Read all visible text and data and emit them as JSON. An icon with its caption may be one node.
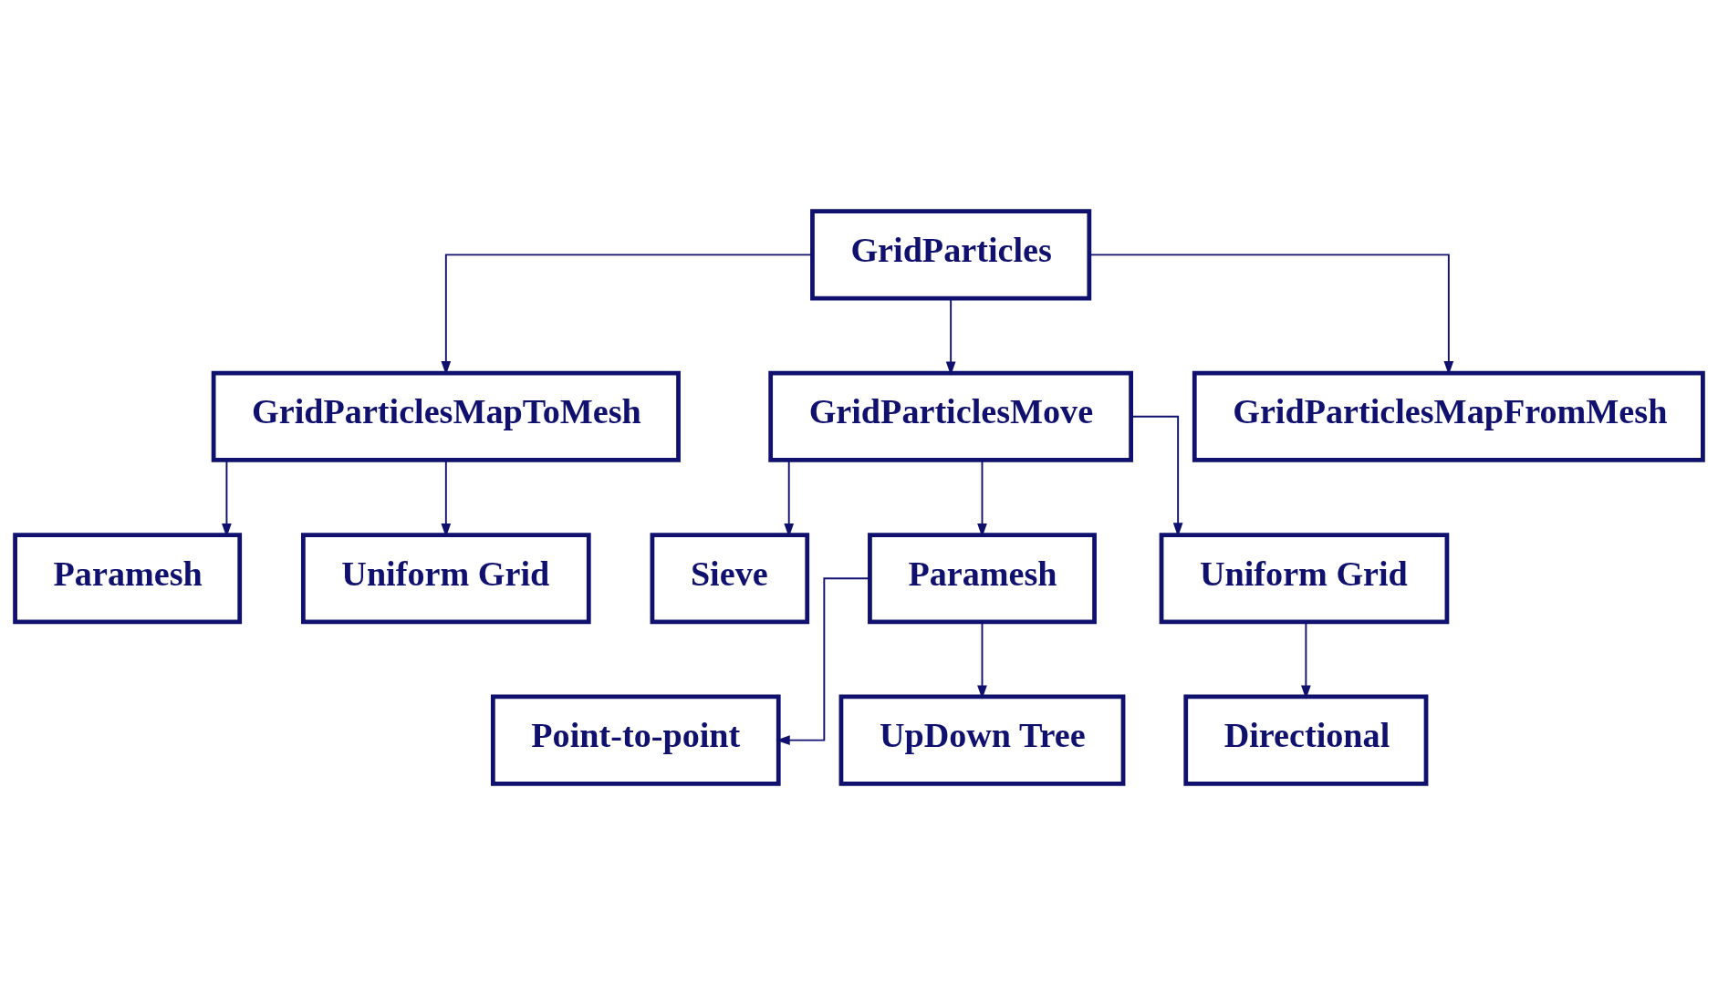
{
  "diagram": {
    "nodes": [
      {
        "text": [
          "GridParticles"
        ]
      },
      {
        "text": [
          "GridParticlesMapToMesh"
        ]
      },
      {
        "text": [
          "GridParticlesMove"
        ]
      },
      {
        "text": [
          "GridParticlesMapFromMesh"
        ]
      },
      {
        "text": [
          "Paramesh"
        ]
      },
      {
        "text": [
          "Uniform Grid"
        ]
      },
      {
        "text": [
          "Sieve"
        ]
      },
      {
        "text": [
          "Paramesh"
        ]
      },
      {
        "text": [
          "Point-to-point"
        ]
      },
      {
        "text": [
          "UpDown Tree"
        ]
      },
      {
        "text": [
          "Uniform Grid"
        ]
      },
      {
        "text": [
          "Directional"
        ]
      }
    ],
    "edges": [
      {
        "from": 0,
        "to": 1,
        "arrow": "to"
      },
      {
        "from": 0,
        "to": 2,
        "arrow": "to"
      },
      {
        "from": 0,
        "to": 3,
        "arrow": "to"
      },
      {
        "from": 1,
        "to": 4,
        "arrow": "to"
      },
      {
        "from": 1,
        "to": 5,
        "arrow": "to"
      },
      {
        "from": 2,
        "to": 6,
        "arrow": "to"
      },
      {
        "from": 2,
        "to": 7,
        "arrow": "to"
      },
      {
        "from": 2,
        "to": 10,
        "arrow": "to"
      },
      {
        "from": 7,
        "to": 8,
        "arrow": "to"
      },
      {
        "from": 7,
        "to": 9,
        "arrow": "to"
      },
      {
        "from": 10,
        "to": 11,
        "arrow": "to"
      }
    ]
  }
}
